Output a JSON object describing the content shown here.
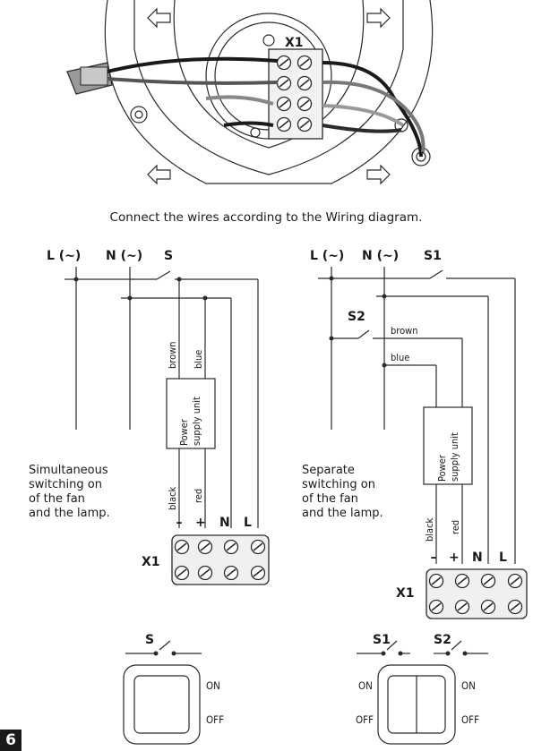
{
  "top_figure": {
    "terminal_label": "X1"
  },
  "caption": "Connect the wires according to the Wiring diagram.",
  "left_diagram": {
    "line_L": "L (~)",
    "line_N": "N (~)",
    "switch_S": "S",
    "wire_brown": "brown",
    "wire_blue": "blue",
    "psu_line1": "Power",
    "psu_line2": "supply unit",
    "wire_black": "black",
    "wire_red": "red",
    "term_minus": "–",
    "term_plus": "+",
    "term_N": "N",
    "term_L": "L",
    "terminal_block": "X1",
    "note": [
      "Simultaneous",
      "switching on",
      "of the fan",
      "and the lamp."
    ],
    "switch_symbol": "S",
    "on": "ON",
    "off": "OFF"
  },
  "right_diagram": {
    "line_L": "L (~)",
    "line_N": "N (~)",
    "switch_S1": "S1",
    "switch_S2": "S2",
    "wire_brown": "brown",
    "wire_blue": "blue",
    "psu_line1": "Power",
    "psu_line2": "supply unit",
    "wire_black": "black",
    "wire_red": "red",
    "term_minus": "–",
    "term_plus": "+",
    "term_N": "N",
    "term_L": "L",
    "terminal_block": "X1",
    "note": [
      "Separate",
      "switching on",
      "of the fan",
      "and the lamp."
    ],
    "switch_symbol_1": "S1",
    "switch_symbol_2": "S2",
    "on": "ON",
    "off": "OFF"
  },
  "page_number": "6"
}
